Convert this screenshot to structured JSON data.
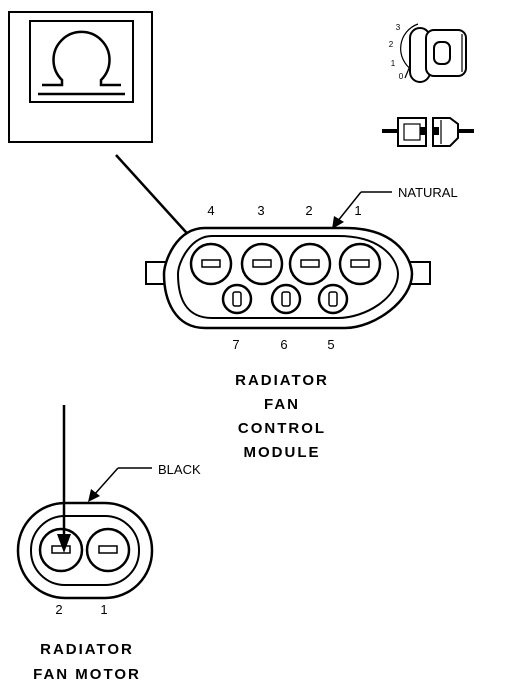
{
  "ignition_switch": {
    "positions": [
      "3",
      "2",
      "1",
      "0"
    ]
  },
  "control_module": {
    "wire_color": "NATURAL",
    "pins_top": [
      "4",
      "3",
      "2",
      "1"
    ],
    "pins_bottom": [
      "7",
      "6",
      "5"
    ],
    "title_lines": [
      "RADIATOR",
      "FAN",
      "CONTROL",
      "MODULE"
    ]
  },
  "fan_motor": {
    "wire_color": "BLACK",
    "pins": [
      "2",
      "1"
    ],
    "title_lines": [
      "RADIATOR",
      "FAN MOTOR"
    ]
  },
  "colors": {
    "ink": "#000000",
    "paper": "#ffffff"
  }
}
